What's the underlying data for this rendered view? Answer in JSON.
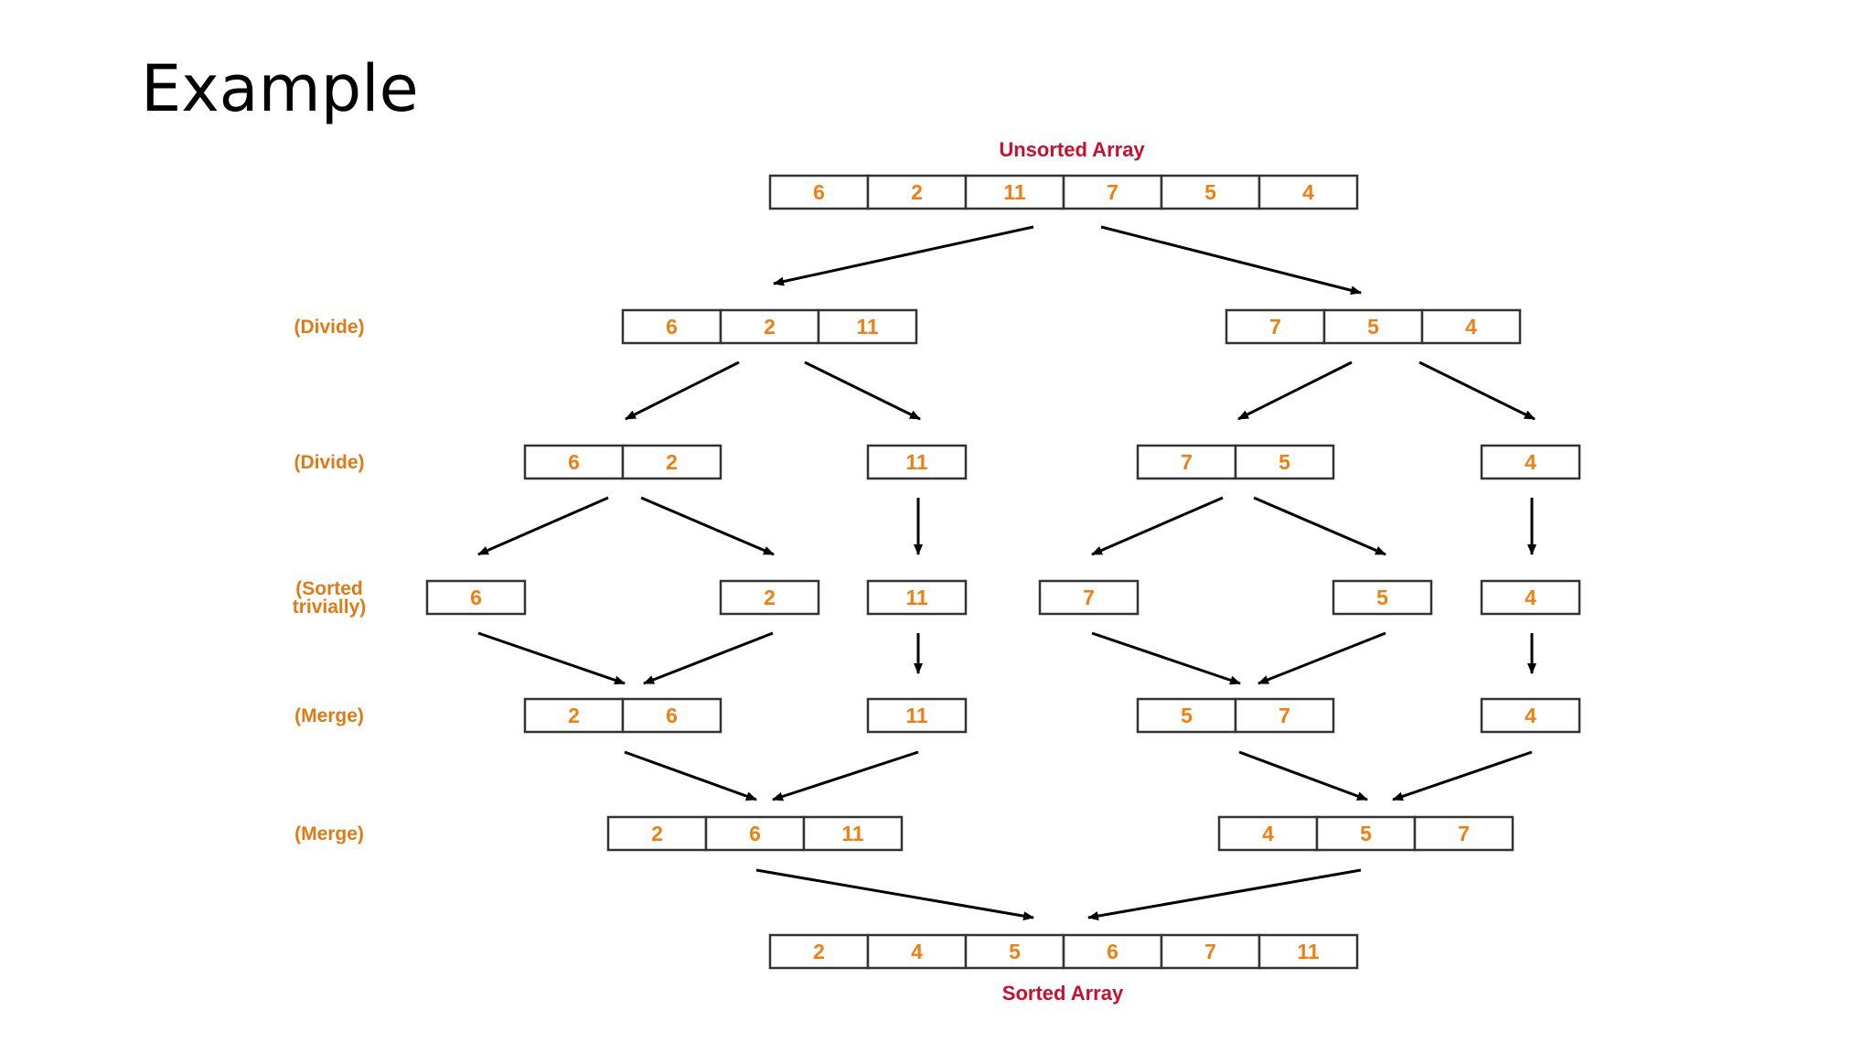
{
  "slide": {
    "title": "Example"
  },
  "diagram": {
    "caption_top": "Unsorted Array",
    "caption_bottom": "Sorted Array",
    "colors": {
      "number": "#f07f12",
      "step_label": "#e07a14",
      "caption": "#c8102e",
      "box_border": "#333333",
      "arrow": "#000000"
    },
    "step_labels": [
      [
        "(Divide)"
      ],
      [
        "(Divide)"
      ],
      [
        "(Sorted",
        "trivially)"
      ],
      [
        "(Merge)"
      ],
      [
        "(Merge)"
      ]
    ],
    "arrays": [
      {
        "id": "unsorted",
        "values": [
          "6",
          "2",
          "11",
          "7",
          "5",
          "4"
        ]
      },
      {
        "id": "divide1-left",
        "values": [
          "6",
          "2",
          "11"
        ]
      },
      {
        "id": "divide1-right",
        "values": [
          "7",
          "5",
          "4"
        ]
      },
      {
        "id": "divide2-a",
        "values": [
          "6",
          "2"
        ]
      },
      {
        "id": "divide2-b",
        "values": [
          "11"
        ]
      },
      {
        "id": "divide2-c",
        "values": [
          "7",
          "5"
        ]
      },
      {
        "id": "divide2-d",
        "values": [
          "4"
        ]
      },
      {
        "id": "single-6",
        "values": [
          "6"
        ]
      },
      {
        "id": "single-2",
        "values": [
          "2"
        ]
      },
      {
        "id": "single-11",
        "values": [
          "11"
        ]
      },
      {
        "id": "single-7",
        "values": [
          "7"
        ]
      },
      {
        "id": "single-5",
        "values": [
          "5"
        ]
      },
      {
        "id": "single-4",
        "values": [
          "4"
        ]
      },
      {
        "id": "merge1-a",
        "values": [
          "2",
          "6"
        ]
      },
      {
        "id": "merge1-b",
        "values": [
          "11"
        ]
      },
      {
        "id": "merge1-c",
        "values": [
          "5",
          "7"
        ]
      },
      {
        "id": "merge1-d",
        "values": [
          "4"
        ]
      },
      {
        "id": "merge2-left",
        "values": [
          "2",
          "6",
          "11"
        ]
      },
      {
        "id": "merge2-right",
        "values": [
          "4",
          "5",
          "7"
        ]
      },
      {
        "id": "sorted",
        "values": [
          "2",
          "4",
          "5",
          "6",
          "7",
          "11"
        ]
      }
    ]
  }
}
